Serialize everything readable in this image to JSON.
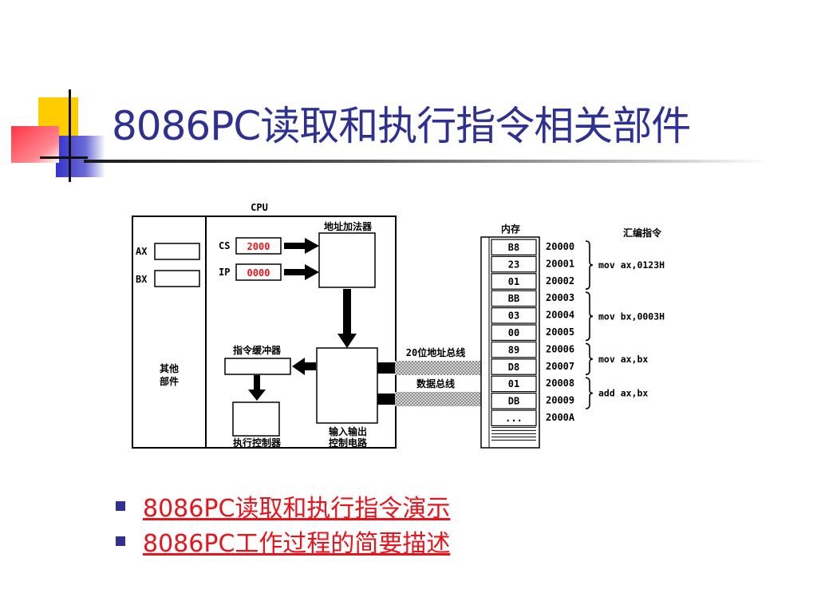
{
  "slide": {
    "title": "8086PC读取和执行指令相关部件",
    "links": [
      "8086PC读取和执行指令演示",
      "8086PC工作过程的简要描述"
    ]
  },
  "diagram": {
    "cpu_label": "CPU",
    "registers": {
      "ax": "AX",
      "bx": "BX",
      "cs_label": "CS",
      "cs_value": "2000",
      "ip_label": "IP",
      "ip_value": "0000"
    },
    "other_parts": "其他部件",
    "adder": "地址加法器",
    "instr_buffer": "指令缓冲器",
    "exec_controller": "执行控制器",
    "io_circuit": "输入输出控制电路",
    "address_bus": "20位地址总线",
    "data_bus": "数据总线",
    "memory_title": "内存",
    "memory_cells": [
      "B8",
      "23",
      "01",
      "BB",
      "03",
      "00",
      "89",
      "D8",
      "01",
      "DB",
      "..."
    ],
    "addresses": [
      "20000",
      "20001",
      "20002",
      "20003",
      "20004",
      "20005",
      "20006",
      "20007",
      "20008",
      "20009",
      "2000A"
    ],
    "asm_title": "汇编指令",
    "asm": [
      "mov ax,0123H",
      "mov bx,0003H",
      "mov ax,bx",
      "add ax,bx"
    ]
  }
}
